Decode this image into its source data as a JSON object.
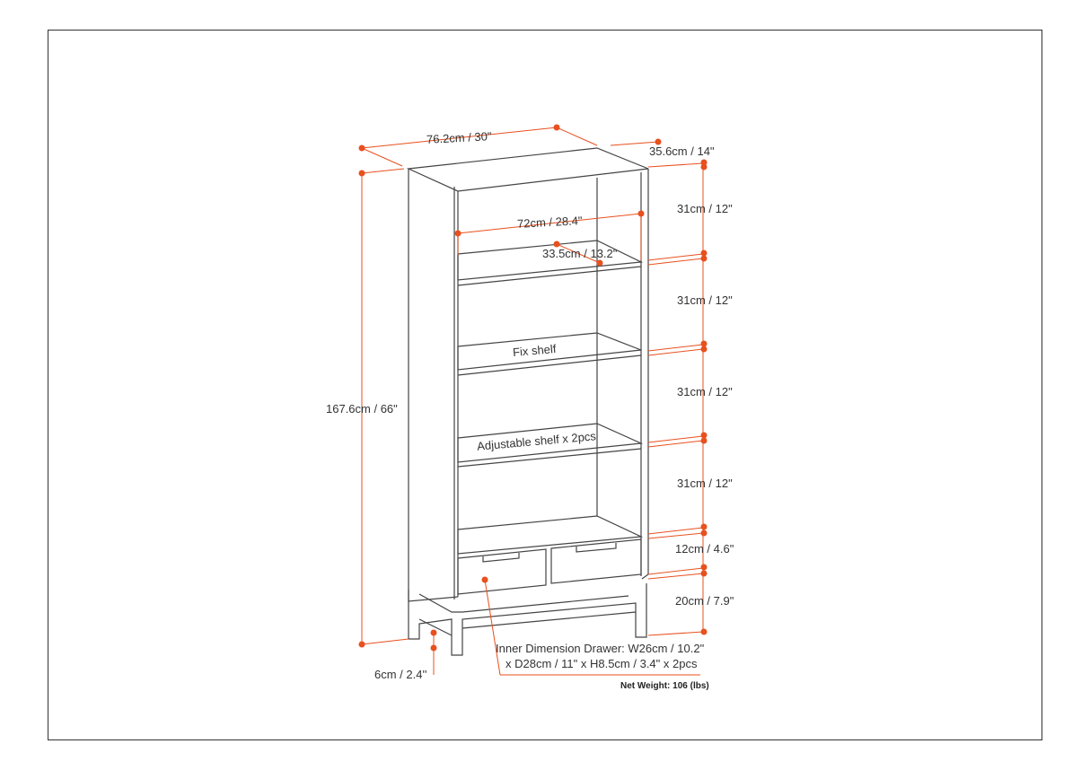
{
  "diagram": {
    "title": "Bookcase dimensions",
    "accent_color": "#e8501e",
    "line_color": "#444444",
    "labels": {
      "width": "76.2cm / 30\"",
      "depth": "35.6cm / 14\"",
      "height": "167.6cm / 66\"",
      "inner_width": "72cm / 28.4\"",
      "inner_depth": "33.5cm / 13.2\"",
      "shelf_gap_1": "31cm / 12\"",
      "shelf_gap_2": "31cm / 12\"",
      "shelf_gap_3": "31cm / 12\"",
      "shelf_gap_4": "31cm / 12\"",
      "drawer_height": "12cm / 4.6\"",
      "base_height": "20cm / 7.9\"",
      "leg_width": "6cm / 2.4''",
      "fix_shelf": "Fix shelf",
      "adjustable_shelf": "Adjustable shelf x 2pcs",
      "drawer_dims_line1": "Inner Dimension Drawer: W26cm / 10.2\"",
      "drawer_dims_line2": "x D28cm / 11\" x H8.5cm / 3.4\" x 2pcs",
      "net_weight": "Net Weight:  106 (lbs)"
    }
  }
}
